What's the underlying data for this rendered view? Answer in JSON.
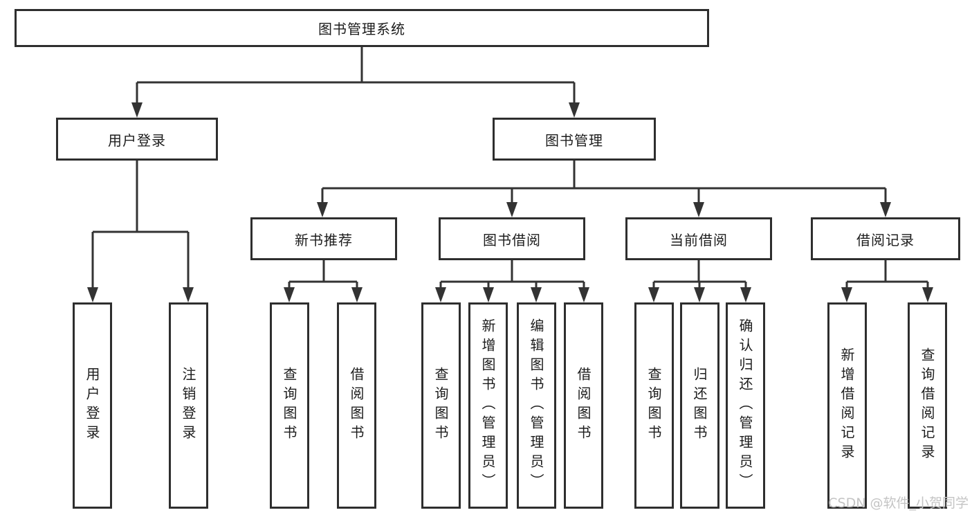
{
  "nodes": {
    "root": "图书管理系统",
    "user_login": "用户登录",
    "book_management": "图书管理",
    "new_book_recommend": "新书推荐",
    "book_borrowing": "图书借阅",
    "current_borrowing": "当前借阅",
    "borrowing_records": "借阅记录",
    "leaf_user_login": "用户登录",
    "leaf_logout": "注销登录",
    "leaf_nb_query_books": "查询图书",
    "leaf_nb_borrow_books": "借阅图书",
    "leaf_bb_query_books": "查询图书",
    "leaf_bb_add_books_admin": "新增图书（管理员）",
    "leaf_bb_edit_books_admin": "编辑图书（管理员）",
    "leaf_bb_borrow_books": "借阅图书",
    "leaf_cb_query_books": "查询图书",
    "leaf_cb_return_books": "归还图书",
    "leaf_cb_confirm_return_admin": "确认归还（管理员）",
    "leaf_br_add_record": "新增借阅记录",
    "leaf_br_query_record": "查询借阅记录"
  },
  "watermark": "CSDN @软件_小贺同学",
  "colors": {
    "line": "#333333",
    "box_border": "#2e2e2e",
    "text": "#1c1c1c",
    "watermark": "#c4c4c4",
    "background": "#ffffff"
  }
}
